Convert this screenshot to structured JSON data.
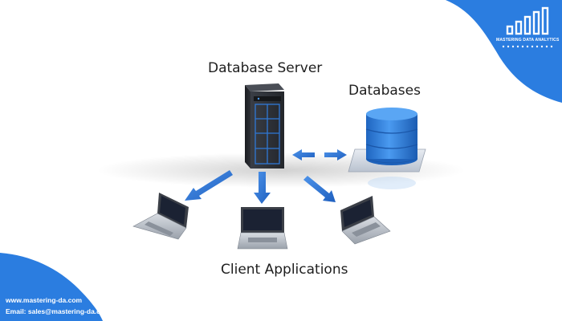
{
  "diagram": {
    "server_label": "Database Server",
    "databases_label": "Databases",
    "clients_label": "Client Applications"
  },
  "brand": {
    "name": "MASTERING DATA ANALYTICS",
    "website": "www.mastering-da.com",
    "email": "Email: sales@mastering-da.com"
  },
  "colors": {
    "brand_blue": "#2b7de0",
    "arrow_blue": "#2f78d6",
    "server_body": "#2a2d33",
    "database_blue": "#2f7fd8",
    "screen": "#1b2233"
  },
  "icons": [
    "server-icon",
    "database-icon",
    "laptop-icon",
    "arrow-icon",
    "logo-bars-icon"
  ]
}
